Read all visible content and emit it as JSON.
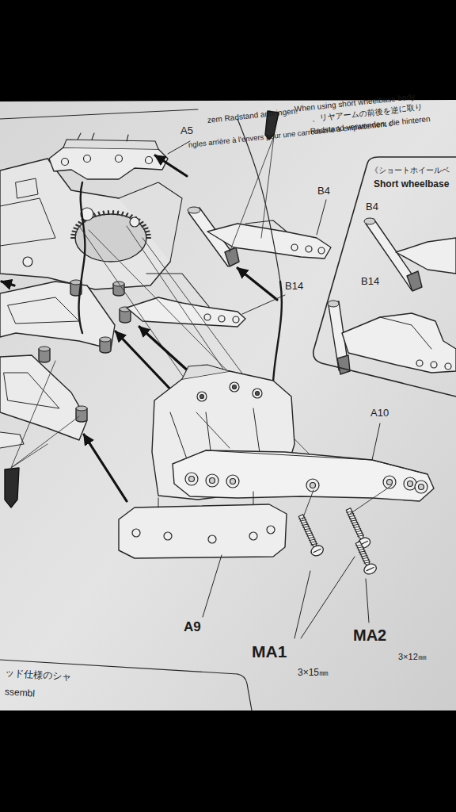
{
  "diagram": {
    "nodes": [
      {
        "text": [
          "《ショートホイールベ",
          "Short wheelbase"
        ]
      }
    ],
    "labels": [
      "zem Radstand anbringen.",
      "When using short wheelbase body",
      "、リヤアームの前後を逆に取り",
      "Radstand verwenden, die hinteren",
      "ngles arrière à l'envers pour une carrosserie à empattement c",
      "A5",
      "B4",
      "B14",
      "A10",
      "A9",
      "MA1",
      "3×15㎜",
      "MA2",
      "3×12㎜",
      "ッド仕様のシャ",
      "ssembl",
      "B4",
      "B14"
    ]
  }
}
